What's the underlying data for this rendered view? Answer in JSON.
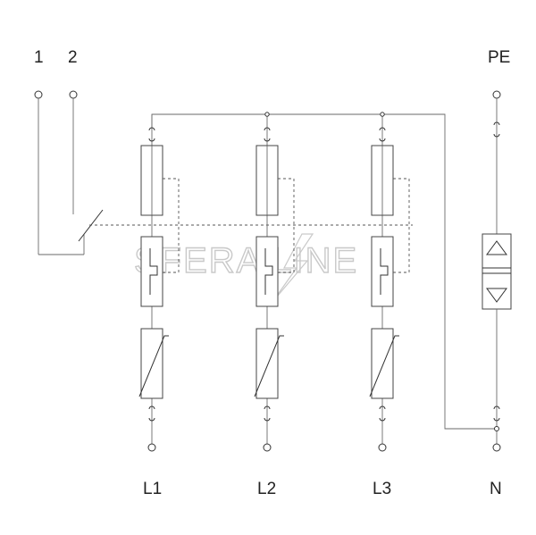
{
  "diagram": {
    "terminals_top_left": [
      "1",
      "2"
    ],
    "terminal_top_right": "PE",
    "phase_labels": [
      "L1",
      "L2",
      "L3"
    ],
    "neutral_label": "N",
    "watermark": "SFERA LINE"
  },
  "colors": {
    "wire": "#333333",
    "light_wire": "#6a6a6a",
    "watermark": "#c9c9c9",
    "background": "#ffffff"
  }
}
